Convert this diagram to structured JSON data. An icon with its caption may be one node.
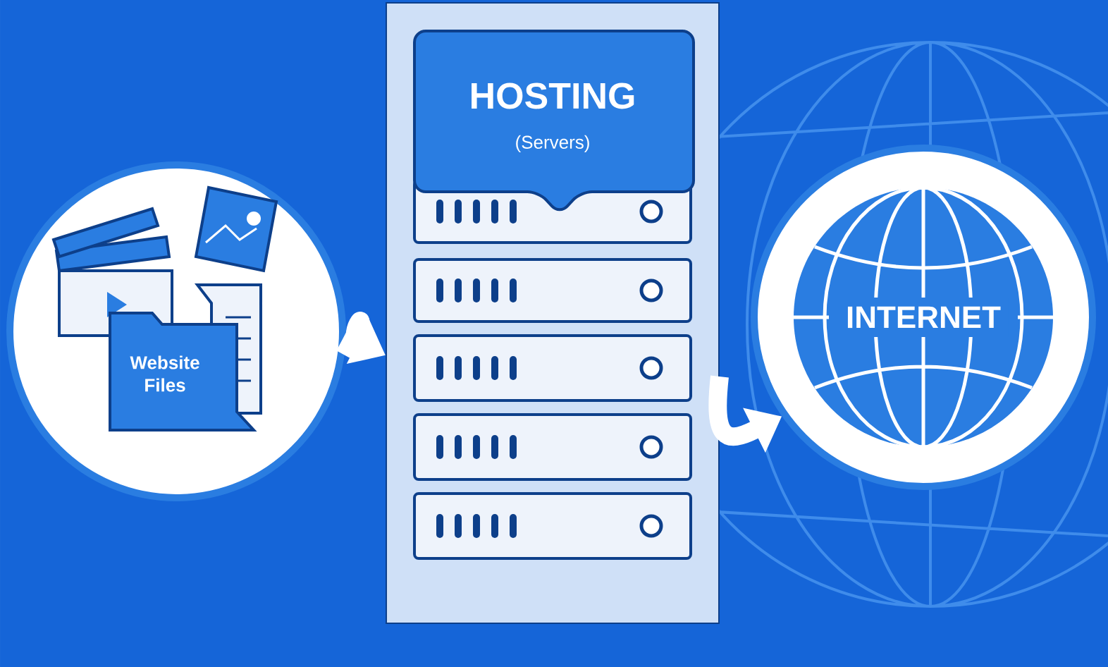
{
  "diagram": {
    "nodes": [
      {
        "text": [
          "Website Files"
        ]
      },
      {
        "text": [
          "HOSTING",
          "(Servers)"
        ]
      },
      {
        "text": [
          "INTERNET"
        ]
      }
    ],
    "edges": [
      {
        "from": 0,
        "to": 1,
        "arrow": "to"
      },
      {
        "from": 1,
        "to": 2,
        "arrow": "to"
      }
    ]
  }
}
